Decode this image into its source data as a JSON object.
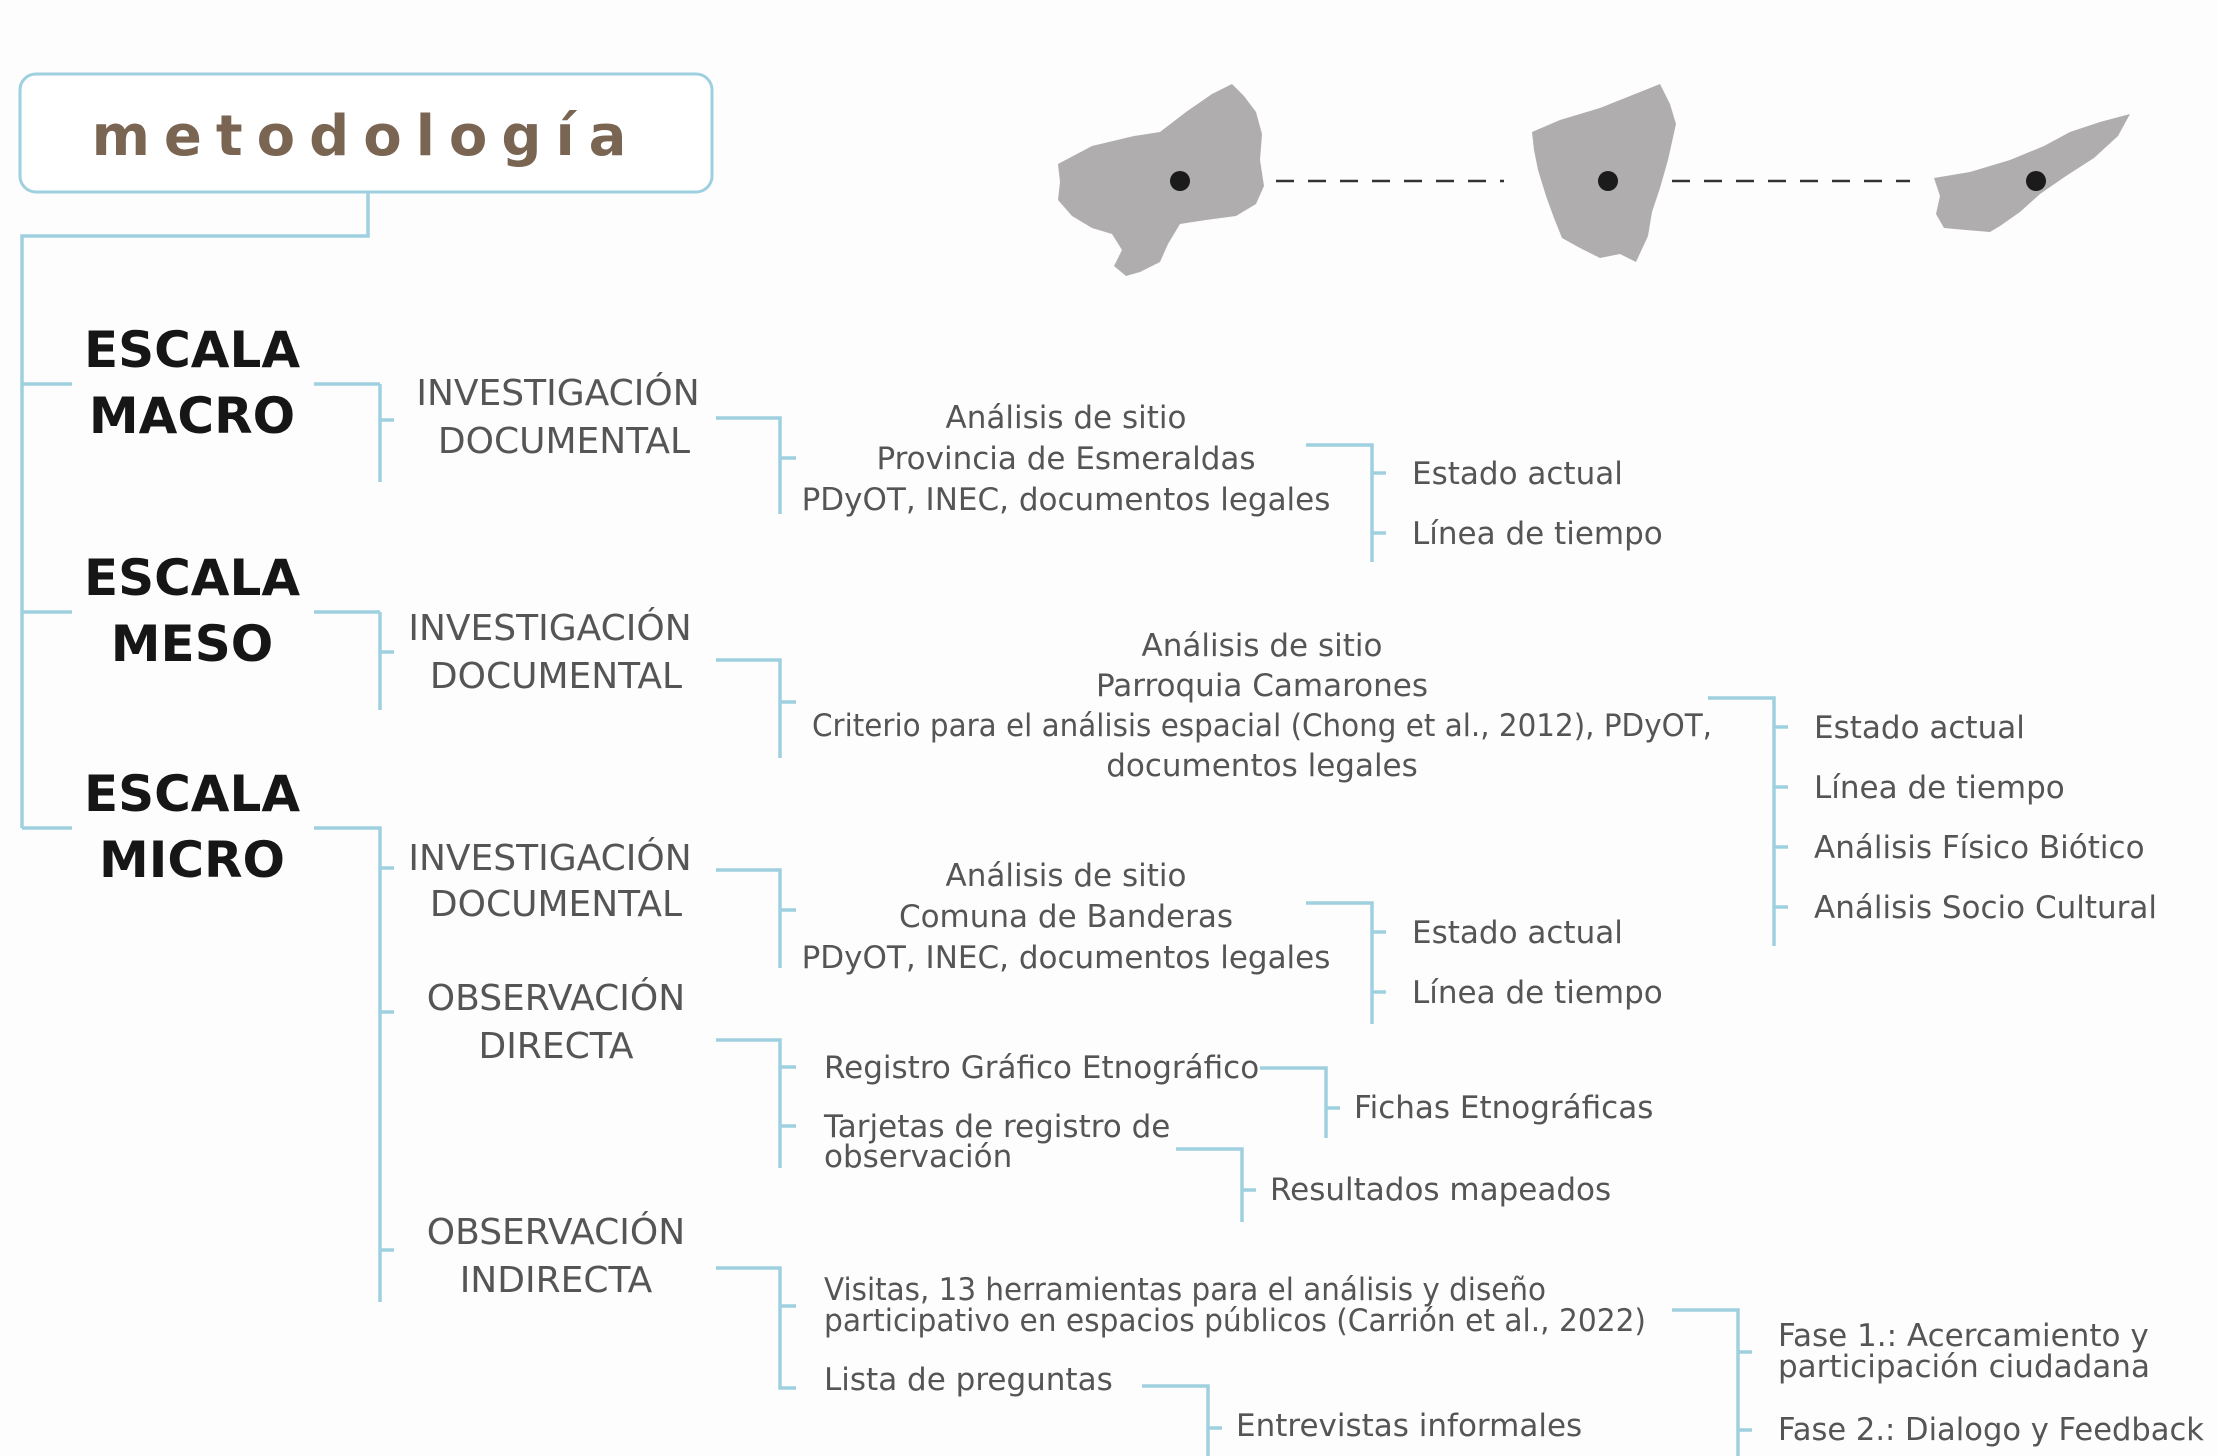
{
  "title": "metodología",
  "scales": {
    "macro": [
      "ESCALA",
      "MACRO"
    ],
    "meso": [
      "ESCALA",
      "MESO"
    ],
    "micro": [
      "ESCALA",
      "MICRO"
    ]
  },
  "methods": {
    "inv_macro": [
      "INVESTIGACIÓN",
      "DOCUMENTAL"
    ],
    "inv_meso": [
      "INVESTIGACIÓN",
      "DOCUMENTAL"
    ],
    "inv_micro": [
      "INVESTIGACIÓN",
      "DOCUMENTAL"
    ],
    "obs_directa": [
      "OBSERVACIÓN",
      "DIRECTA"
    ],
    "obs_indirecta": [
      "OBSERVACIÓN",
      "INDIRECTA"
    ]
  },
  "details": {
    "macro": [
      "Análisis de sitio",
      "Provincia de Esmeraldas",
      "PDyOT, INEC, documentos legales"
    ],
    "meso": [
      "Análisis de sitio",
      "Parroquia Camarones",
      "Criterio para el análisis espacial (Chong et al., 2012), PDyOT,",
      "documentos legales"
    ],
    "micro": [
      "Análisis de sitio",
      "Comuna de Banderas",
      "PDyOT, INEC, documentos legales"
    ],
    "registro_grafico": "Registro Gráfico Etnográfico",
    "tarjetas": [
      "Tarjetas de registro de",
      "observación"
    ],
    "visitas": [
      "Visitas, 13 herramientas para el análisis y diseño",
      "participativo en espacios públicos (Carrión et al., 2022)"
    ],
    "lista_preguntas": "Lista de preguntas"
  },
  "outcomes": {
    "macro": [
      "Estado actual",
      "Línea de tiempo"
    ],
    "meso": [
      "Estado actual",
      "Línea de tiempo",
      "Análisis Físico Biótico",
      "Análisis Socio Cultural"
    ],
    "micro": [
      "Estado actual",
      "Línea de tiempo"
    ],
    "fichas": "Fichas Etnográficas",
    "resultados": "Resultados mapeados",
    "entrevistas": "Entrevistas informales",
    "fase1": [
      "Fase 1.: Acercamiento y",
      "participación ciudadana"
    ],
    "fase2": "Fase 2.: Dialogo y Feedback"
  },
  "maps": [
    "province-map",
    "parish-map",
    "commune-map"
  ]
}
